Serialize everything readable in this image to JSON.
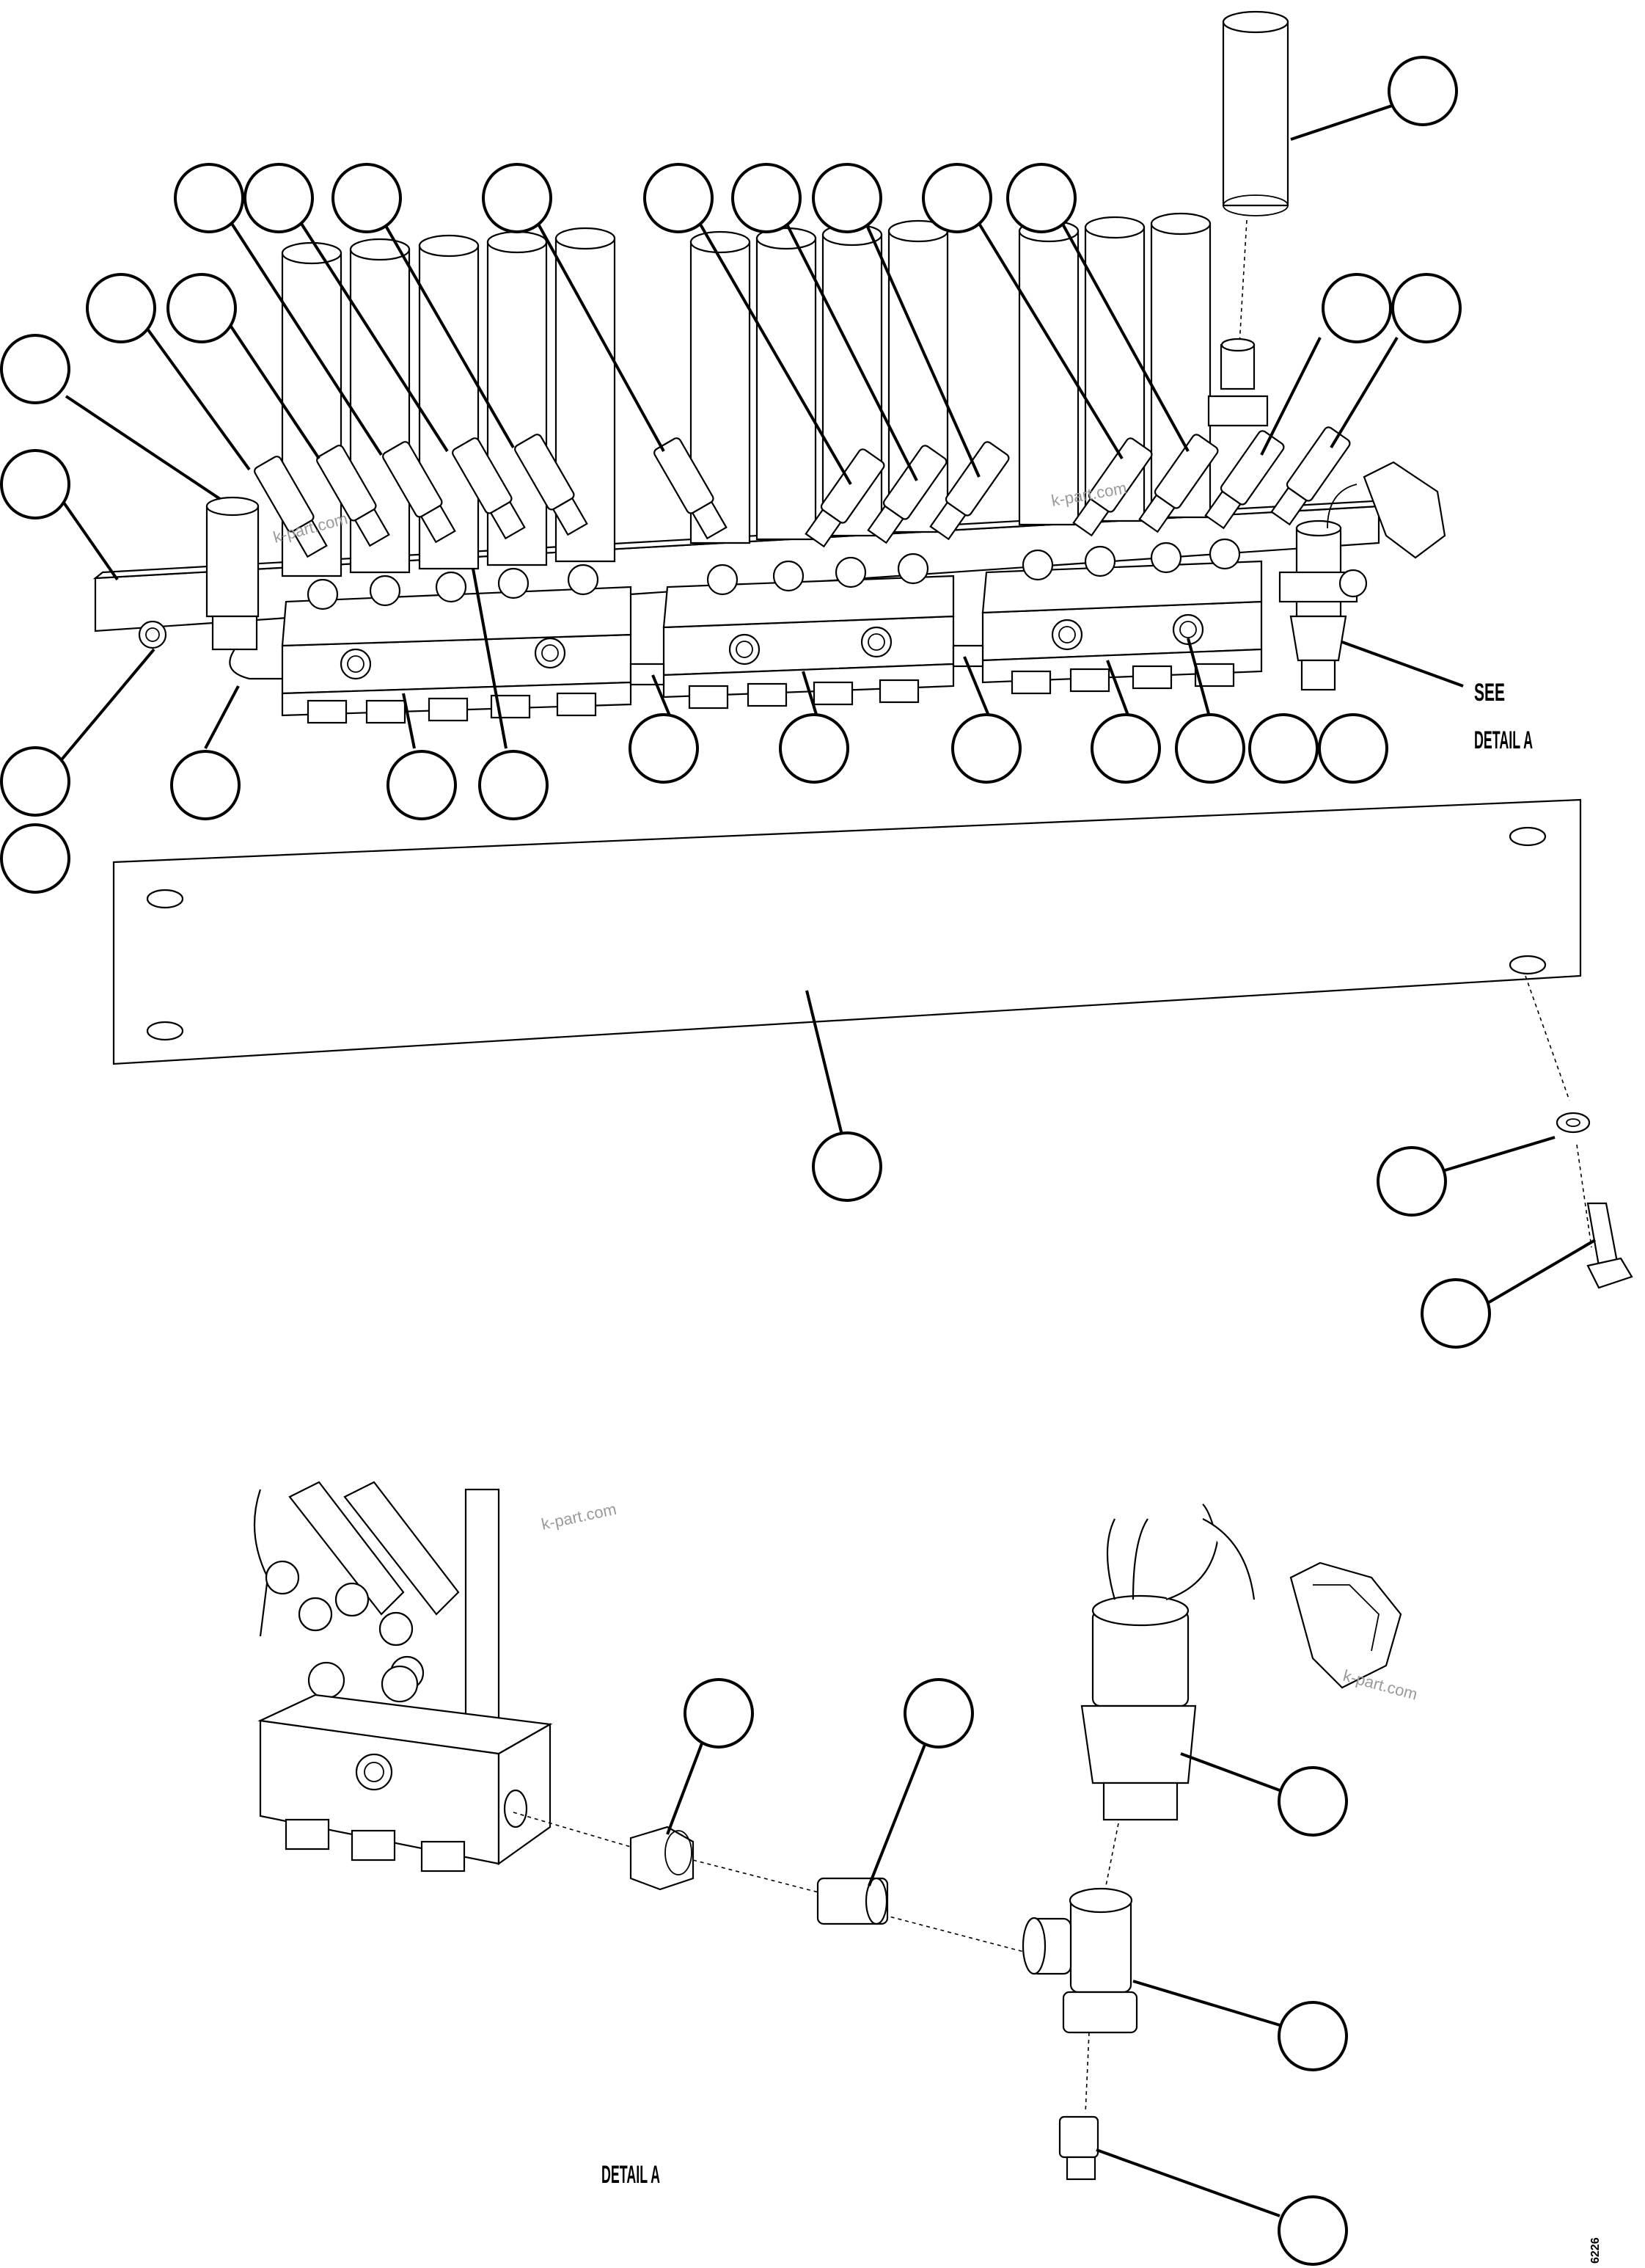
{
  "main_view": {
    "see_label_line1": "SEE",
    "see_label_line2": "DETAIL A"
  },
  "detail_view": {
    "title": "DETAIL A"
  },
  "watermark": "k-part.com",
  "drawing_number": "6226"
}
